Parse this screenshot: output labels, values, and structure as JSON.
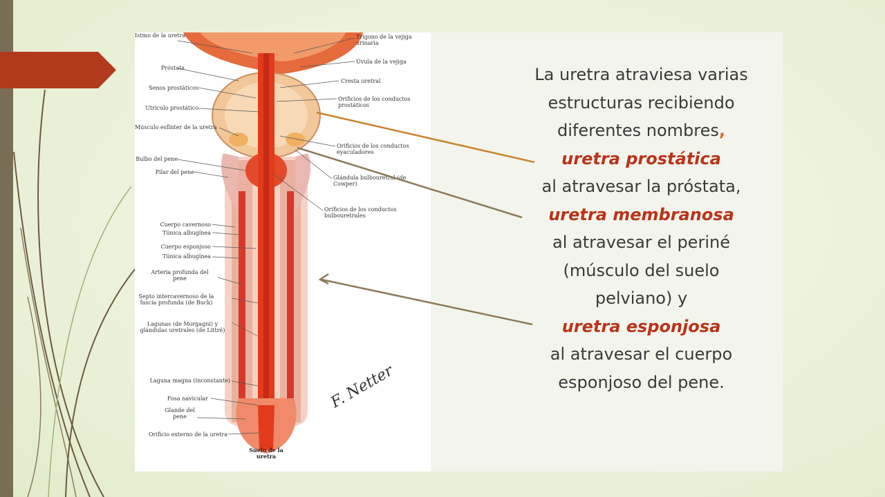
{
  "slide": {
    "text_lines": [
      {
        "text": "La uretra atraviesa varias",
        "highlight": false
      },
      {
        "text": "estructuras recibiendo",
        "highlight": false
      },
      {
        "text": "diferentes nombres",
        "highlight": false,
        "suffix": ","
      },
      {
        "text": "uretra prostática",
        "highlight": true
      },
      {
        "text": "al atravesar la próstata,",
        "highlight": false
      },
      {
        "text": "uretra membranosa",
        "highlight": true
      },
      {
        "text": "al atravesar el periné",
        "highlight": false
      },
      {
        "text": "(músculo del suelo",
        "highlight": false
      },
      {
        "text": "pelviano) y",
        "highlight": false
      },
      {
        "text": "uretra esponjosa",
        "highlight": true
      },
      {
        "text": "al atravesar el cuerpo",
        "highlight": false
      },
      {
        "text": "esponjoso del pene.",
        "highlight": false
      }
    ],
    "colors": {
      "highlight": "#b9341a",
      "accent_tag": "#b23a1c",
      "left_bar": "#7a6d55",
      "pointer": "#c9842f"
    }
  },
  "diagram": {
    "left_labels": [
      "Istmo de la uretra",
      "Próstata",
      "Senos prostáticos",
      "Utrículo prostático",
      "Músculo esfínter de la uretra",
      "Bulbo del pene",
      "Pilar del pene",
      "Cuerpo cavernoso",
      "Túnica albugínea",
      "Cuerpo esponjoso",
      "Túnica albugínea",
      "Arteria profunda del pene",
      "Septo intercavernoso de la fascia profunda (de Buck)",
      "Lagunas (de Morgagni) y glándulas uretrales (de Littré)",
      "Laguna magna (inconstante)",
      "Fosa navicular",
      "Glande del pene",
      "Orificio externo de la uretra"
    ],
    "right_labels": [
      "Trígono de la vejiga urinaria",
      "Úvula de la vejiga",
      "Cresta uretral",
      "Orificios de los conductos prostáticos",
      "Orificios de los conductos eyaculadores",
      "Glándula bulbouretral (de Cowper)",
      "Orificios de los conductos bulbouretrales"
    ],
    "caption": "Suelo de la uretra",
    "signature": "F. Netter"
  }
}
